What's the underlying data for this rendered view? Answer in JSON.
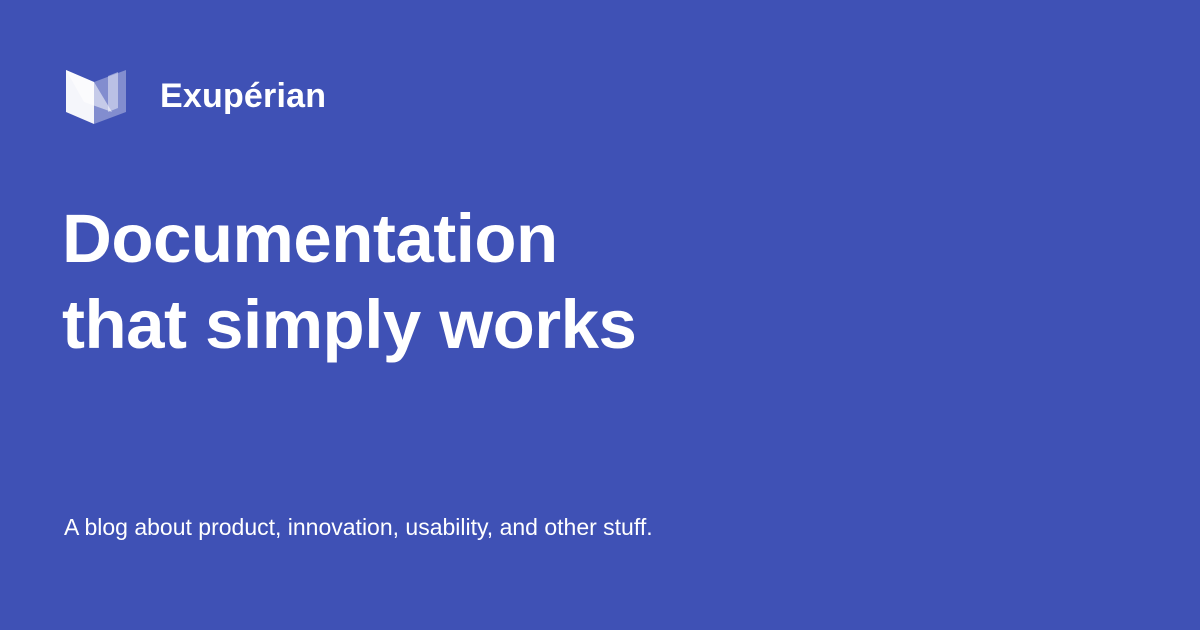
{
  "brand": {
    "logo_icon": "material-logo-icon",
    "name": "Exupérian"
  },
  "headline": {
    "line1": "Documentation",
    "line2": "that simply works"
  },
  "tagline": "A blog about product, innovation, usability, and other stuff.",
  "colors": {
    "background": "#3f51b5",
    "text": "#ffffff"
  }
}
